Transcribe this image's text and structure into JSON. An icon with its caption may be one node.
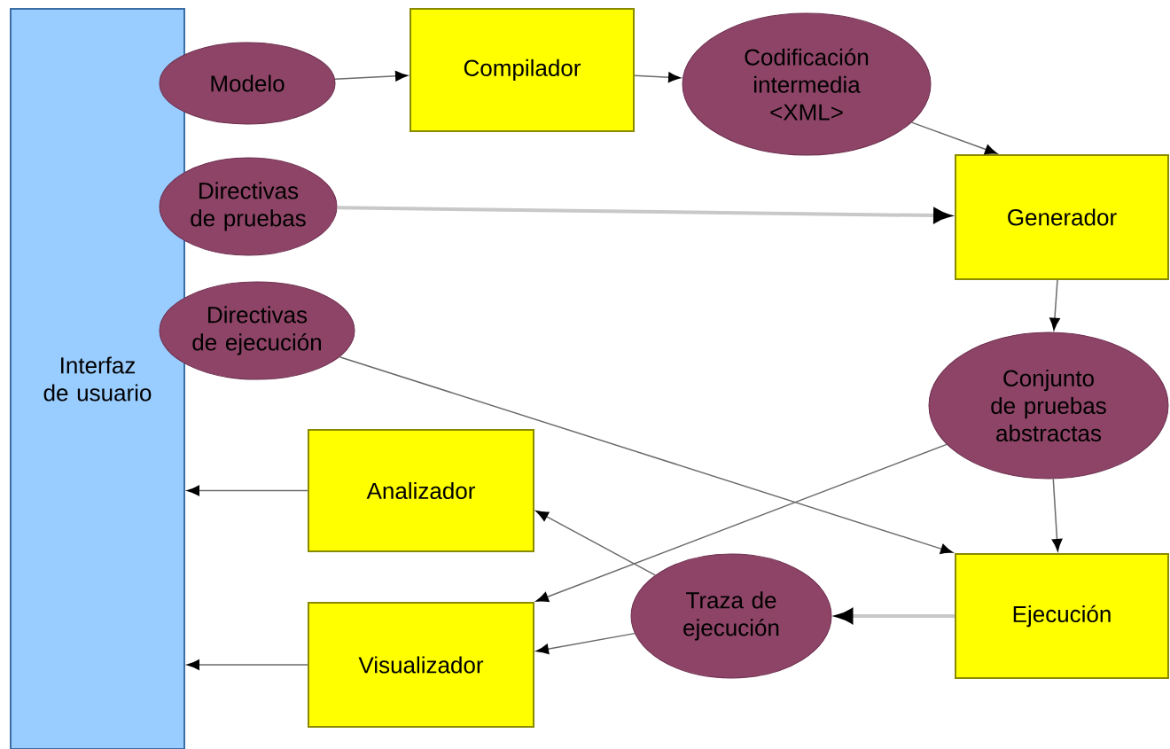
{
  "diagram": {
    "nodes": [
      {
        "text": [
          "Interfaz de usuario"
        ]
      },
      {
        "text": [
          "Modelo"
        ]
      },
      {
        "text": [
          "Compilador"
        ]
      },
      {
        "text": [
          "Codificación intermedia <XML>"
        ]
      },
      {
        "text": [
          "Directivas de pruebas"
        ]
      },
      {
        "text": [
          "Generador"
        ]
      },
      {
        "text": [
          "Directivas de ejecución"
        ]
      },
      {
        "text": [
          "Conjunto de pruebas abstractas"
        ]
      },
      {
        "text": [
          "Analizador"
        ]
      },
      {
        "text": [
          "Visualizador"
        ]
      },
      {
        "text": [
          "Traza de ejecución"
        ]
      },
      {
        "text": [
          "Ejecución"
        ]
      }
    ],
    "edges": [
      {
        "from": 1,
        "to": 2,
        "arrow": "to"
      },
      {
        "from": 2,
        "to": 3,
        "arrow": "to"
      },
      {
        "from": 3,
        "to": 5,
        "arrow": "to"
      },
      {
        "from": 4,
        "to": 5,
        "arrow": "to",
        "style": "thick",
        "color": "#c8c8c8"
      },
      {
        "from": 5,
        "to": 7,
        "arrow": "to"
      },
      {
        "from": 6,
        "to": 11,
        "arrow": "to"
      },
      {
        "from": 7,
        "to": 9,
        "arrow": "to"
      },
      {
        "from": 7,
        "to": 11,
        "arrow": "to"
      },
      {
        "from": 10,
        "to": 8,
        "arrow": "to"
      },
      {
        "from": 10,
        "to": 9,
        "arrow": "to"
      },
      {
        "from": 11,
        "to": 10,
        "arrow": "to",
        "style": "thick",
        "color": "#c8c8c8"
      },
      {
        "from": 8,
        "to": 0,
        "arrow": "to"
      },
      {
        "from": 9,
        "to": 0,
        "arrow": "to"
      }
    ]
  }
}
